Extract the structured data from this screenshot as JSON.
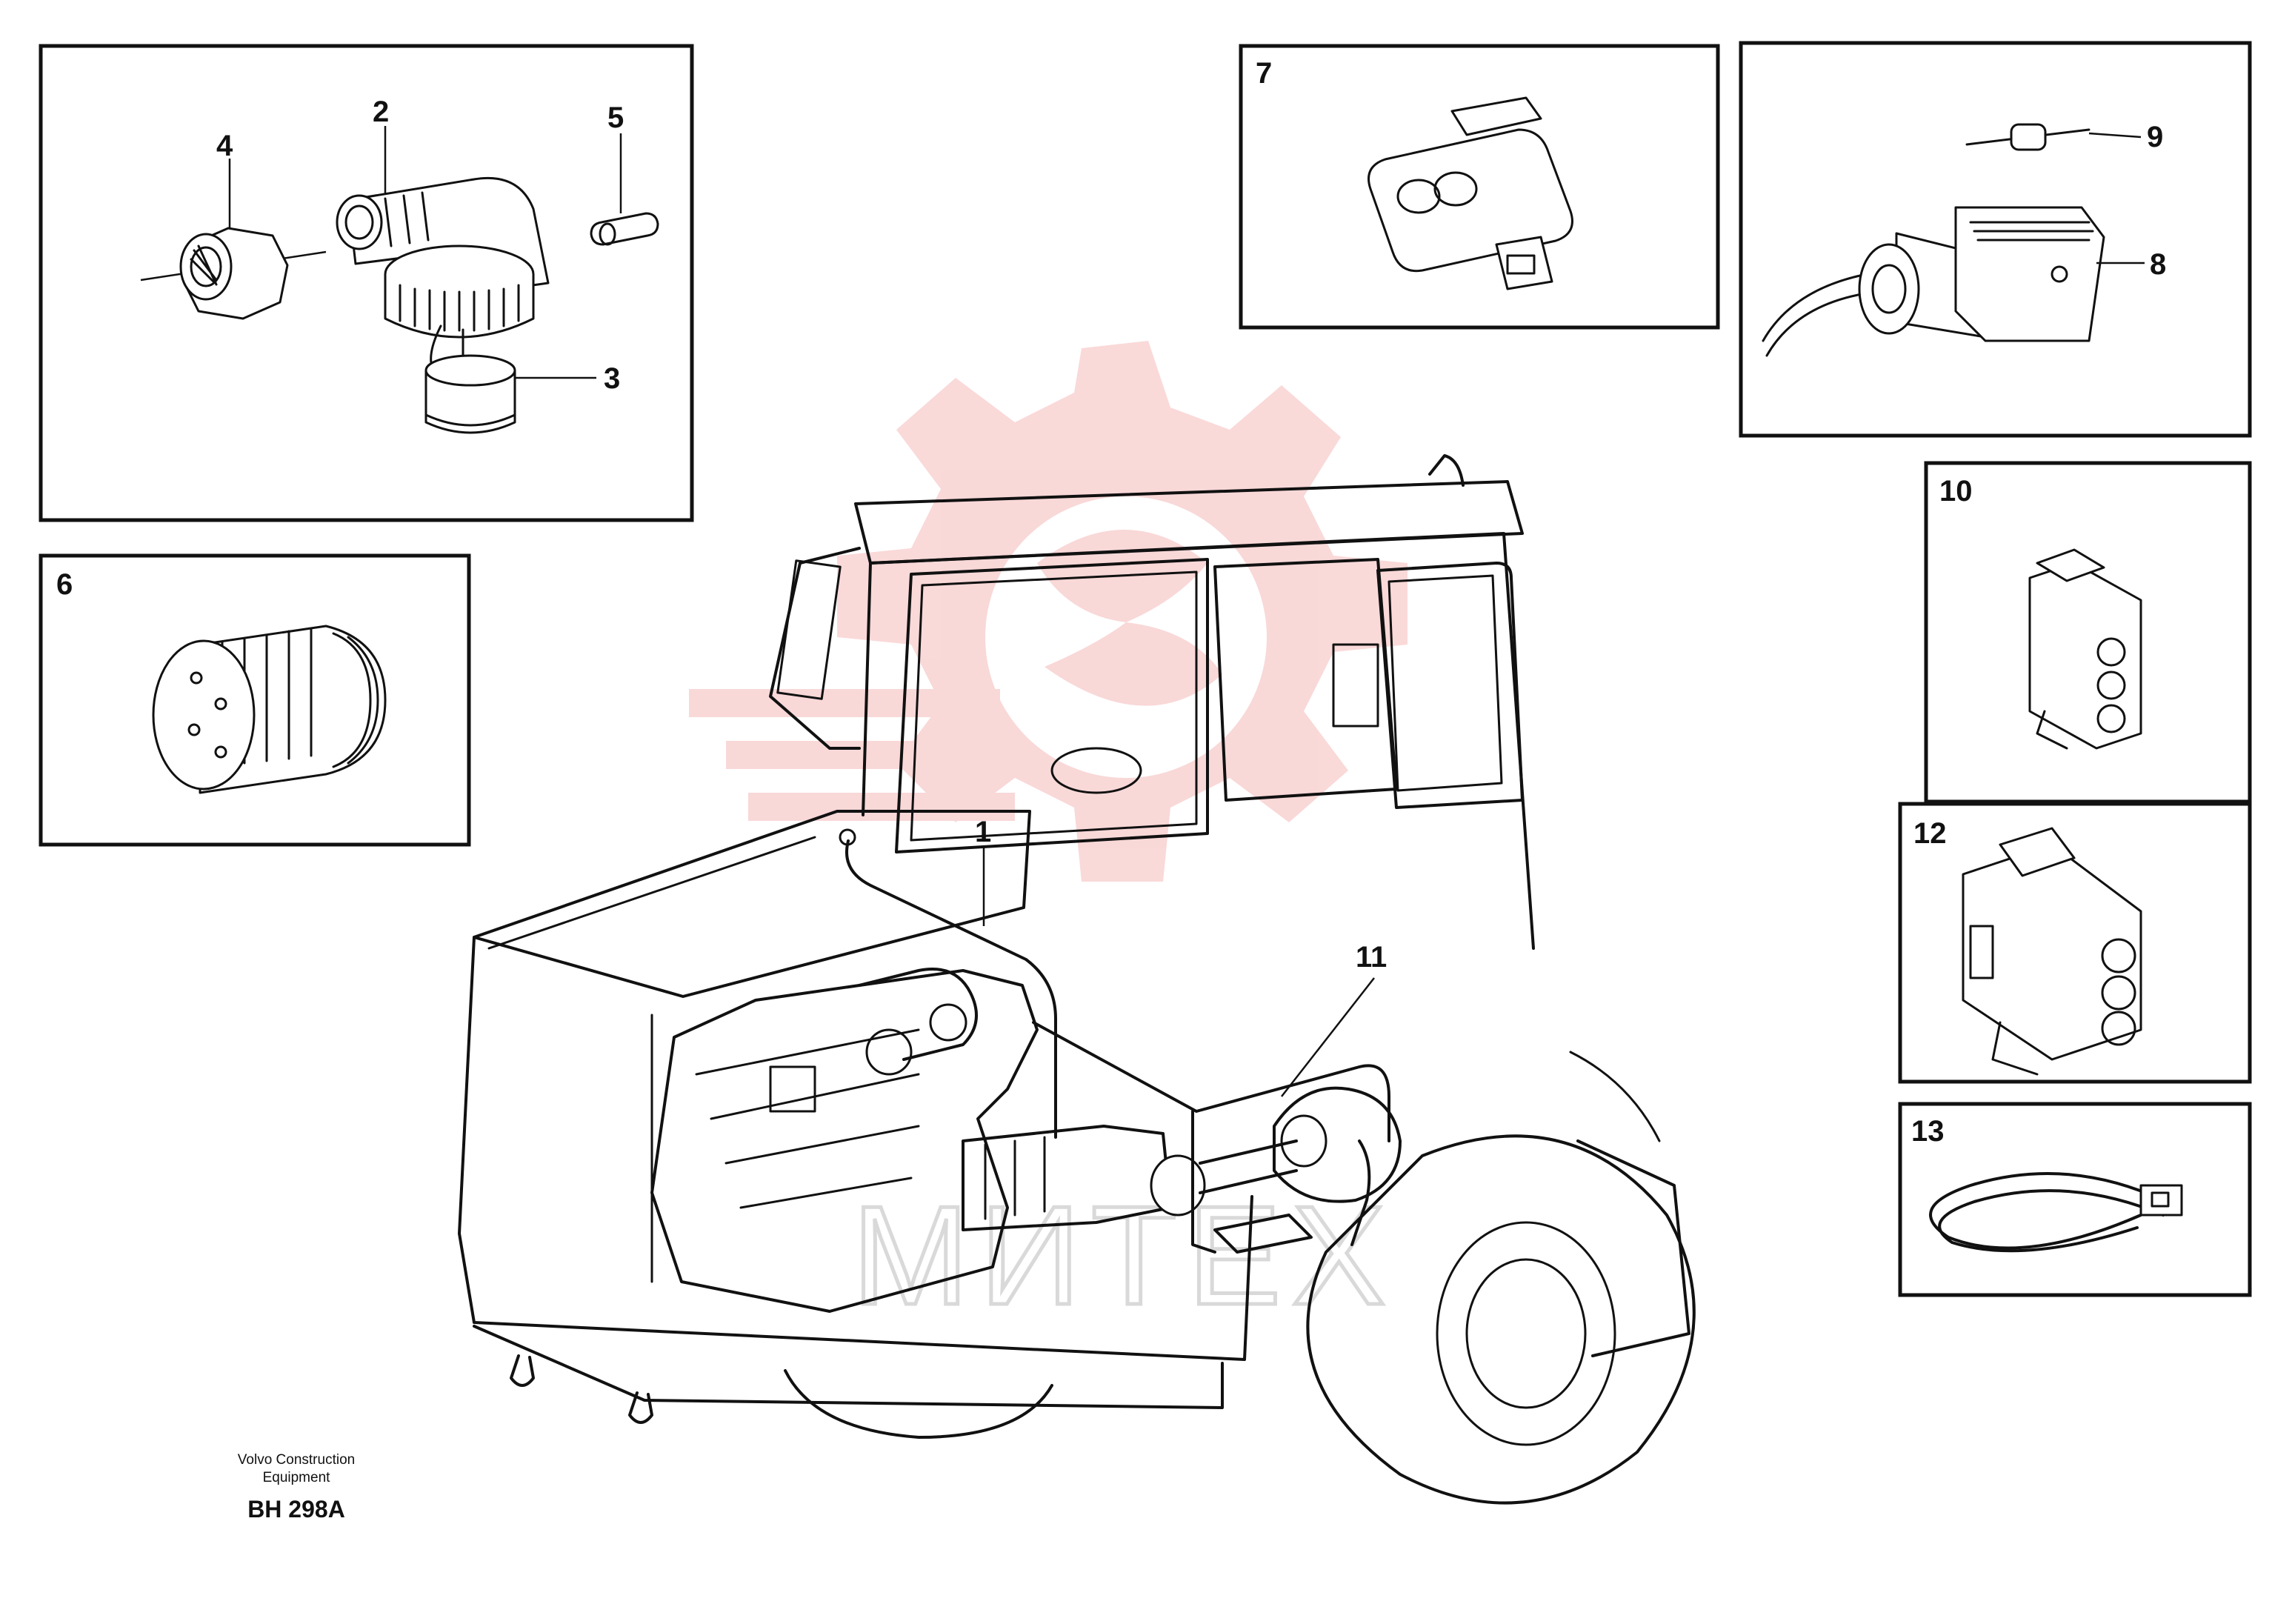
{
  "parts": {
    "p1": "1",
    "p2": "2",
    "p3": "3",
    "p4": "4",
    "p5": "5",
    "p6": "6",
    "p7": "7",
    "p8": "8",
    "p9": "9",
    "p10": "10",
    "p11": "11",
    "p12": "12",
    "p13": "13"
  },
  "credit": {
    "line1": "Volvo Construction",
    "line2": "Equipment",
    "code": "BH 298A"
  },
  "watermark": {
    "text": "МИТЕХ",
    "color": "#f7c9c9"
  },
  "colors": {
    "line": "#111111",
    "background": "#ffffff"
  }
}
